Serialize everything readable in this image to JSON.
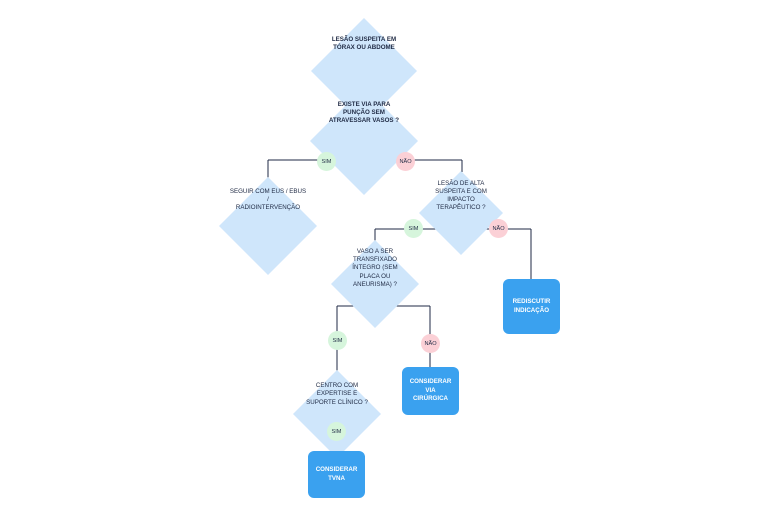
{
  "colors": {
    "diamond_fill": "#cfe6fb",
    "box_fill": "#3aa1ef",
    "yes_fill": "#d6f5dc",
    "no_fill": "#fbd0d6",
    "edge": "#1f2a44"
  },
  "nodes": {
    "start": "LESÃO SUSPEITA EM\nTÓRAX OU ABDOME",
    "q_route": "EXISTE VIA PARA\nPUNÇÃO SEM\nATRAVESSAR VASOS ?",
    "eus": "SEGUIR COM EUS / EBUS /\nRADIOINTERVENÇÃO",
    "q_suspicion": "LESÃO DE ALTA\nSUSPEITA E COM\nIMPACTO\nTERAPÊUTICO ?",
    "rediscutir": "REDISCUTIR\nINDICAÇÃO",
    "q_vessel": "VASO A SER\nTRANSFIXADO\nÍNTEGRO (SEM\nPLACA OU\nANEURISMA) ?",
    "surgical": "CONSIDERAR VIA\nCIRÚRGICA",
    "q_center": "CENTRO COM\nEXPERTISE E\nSUPORTE CLÍNICO ?",
    "tvna": "CONSIDERAR TVNA"
  },
  "labels": {
    "yes_1": "SIM",
    "no_1": "NÃO",
    "yes_2": "SIM",
    "no_2": "NÃO",
    "yes_3": "SIM",
    "no_3": "NÃO",
    "yes_4": "SIM"
  }
}
